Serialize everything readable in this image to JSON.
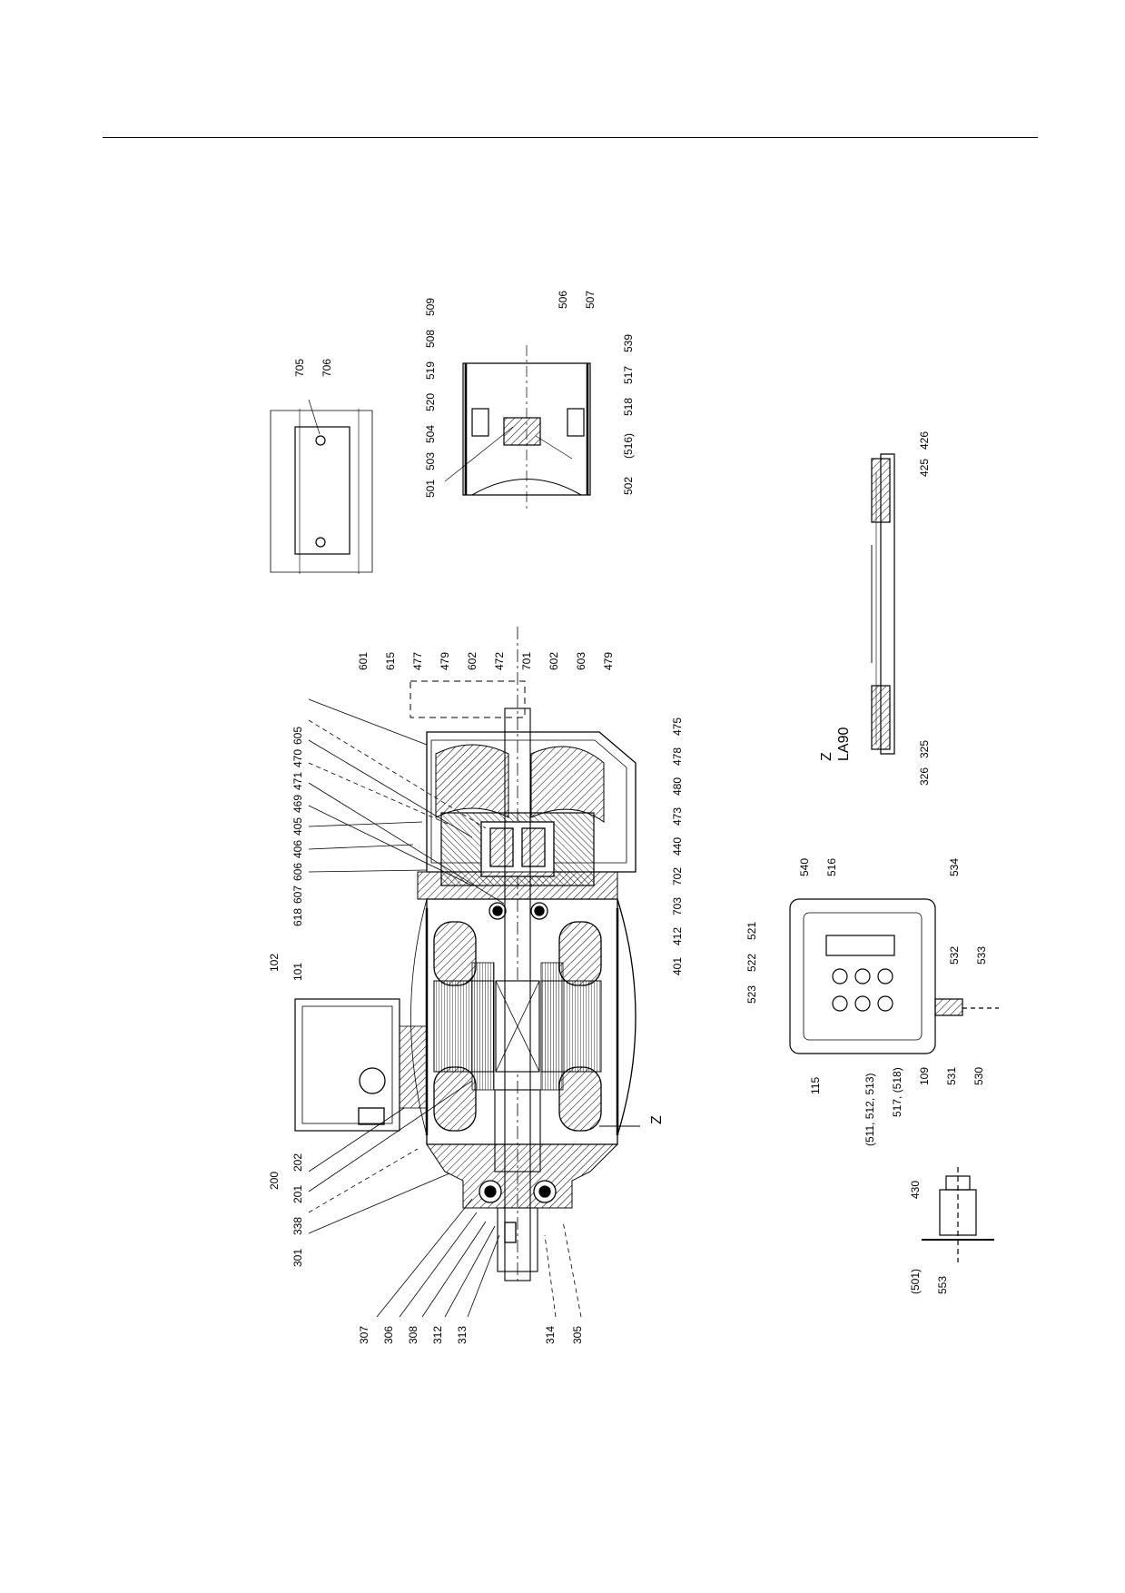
{
  "labels": {
    "motor_top": [
      "618",
      "607",
      "606",
      "406",
      "405",
      "469",
      "471",
      "470",
      "605"
    ],
    "motor_right_top": [
      "601",
      "615",
      "477",
      "479",
      "602",
      "472",
      "701",
      "602",
      "603",
      "479"
    ],
    "motor_right_mid": [
      "475",
      "478",
      "480",
      "473",
      "440",
      "702",
      "703",
      "412",
      "401"
    ],
    "motor_left_mid": [
      "102",
      "101"
    ],
    "motor_left_low": [
      "200",
      "202",
      "201",
      "338",
      "301"
    ],
    "motor_bottom": [
      "307",
      "306",
      "308",
      "312",
      "313",
      "314",
      "305"
    ],
    "view_marker": "Z",
    "plate": [
      "705",
      "706"
    ],
    "term_top": [
      "509",
      "508",
      "519",
      "520",
      "504",
      "503",
      "501"
    ],
    "term_right": [
      "506",
      "507",
      "539",
      "517",
      "518",
      "(516)",
      "502"
    ],
    "z_view_marker": "Z",
    "z_view_name": "LA90",
    "z_view_labels": [
      "426",
      "425",
      "325",
      "326"
    ],
    "tb_left": [
      "523",
      "522",
      "521",
      "540",
      "516"
    ],
    "tb_right": [
      "534",
      "532",
      "533"
    ],
    "tb_bottom": [
      "115",
      "(511, 512, 513)",
      "517, (518)",
      "109",
      "531",
      "530"
    ],
    "gland_labels": [
      "(501)",
      "553",
      "430"
    ]
  }
}
